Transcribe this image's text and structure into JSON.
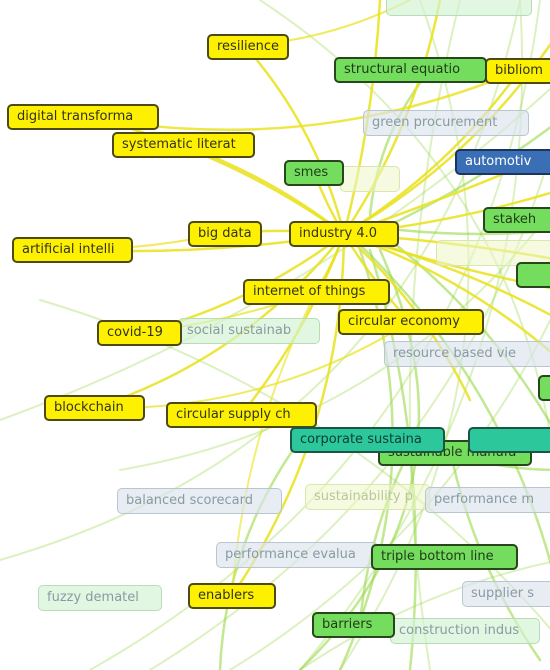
{
  "colors": {
    "yellow_cluster": "#fdf000",
    "green_cluster": "#74dd5e",
    "teal_cluster": "#2cc79a",
    "blue_cluster": "#3a6fb6",
    "yellow_link": "#e9e21a",
    "green_link": "#9ad84a"
  },
  "nodes": {
    "resilience": "resilience",
    "structural_equation": "structural equatio",
    "bibliometric": "bibliom",
    "digital_transformation": "digital transforma",
    "systematic_literature": "systematic literat",
    "green_procurement": "green procurement",
    "smes": "smes",
    "automotive": "automotiv",
    "stakeholder": "stakeh",
    "artificial_intelligence": "artificial intelli",
    "big_data": "big data",
    "industry_40": "industry 4.0",
    "internet_of_things": "internet of things",
    "covid19": "covid-19",
    "social_sustainability": "social sustainab",
    "circular_economy": "circular economy",
    "resource_based_view": "resource based vie",
    "blockchain": "blockchain",
    "circular_supply_chain": "circular supply ch",
    "corporate_sustainability": "corporate sustaina",
    "sustainable_manufacturing": "sustainable manufa",
    "balanced_scorecard": "balanced scorecard",
    "sustainability_performance": "sustainability p",
    "performance_measurement": "performance m",
    "performance_evaluation": "performance evalua",
    "triple_bottom_line": "triple bottom line",
    "fuzzy_dematel": "fuzzy dematel",
    "enablers": "enablers",
    "supplier": "supplier s",
    "barriers": "barriers",
    "construction_industry": "construction indus"
  }
}
